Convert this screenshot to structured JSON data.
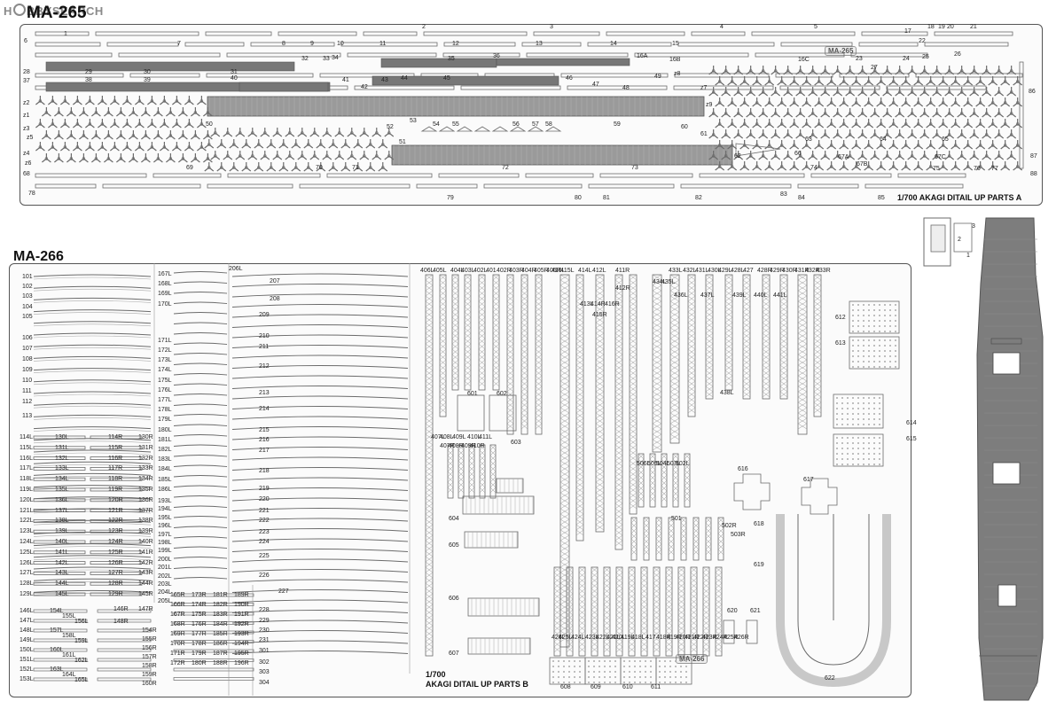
{
  "watermark": {
    "text": "HOBBYSEARCH",
    "prefix": "H",
    "suffix": "BBYSEARCH"
  },
  "sheet_a": {
    "code": "MA-265",
    "badge": "MA-265",
    "caption": "1/700 AKAGI DITAIL UP PARTS A",
    "labels": [
      "1",
      "2",
      "3",
      "4",
      "5",
      "6",
      "7",
      "8",
      "9",
      "10",
      "11",
      "12",
      "13",
      "14",
      "15",
      "16A",
      "16B",
      "16C",
      "17",
      "18",
      "19",
      "20",
      "21",
      "22",
      "23",
      "24",
      "25",
      "26",
      "27",
      "28",
      "29",
      "30",
      "31",
      "32",
      "33",
      "34",
      "35",
      "36",
      "37",
      "38",
      "39",
      "40",
      "41",
      "42",
      "43",
      "44",
      "45",
      "46",
      "47",
      "48",
      "49",
      "50",
      "51",
      "52",
      "53",
      "54",
      "55",
      "56",
      "57",
      "58",
      "59",
      "60",
      "61",
      "62",
      "63",
      "64",
      "65",
      "66",
      "67A",
      "67B",
      "67C",
      "68",
      "69",
      "70",
      "71",
      "72",
      "73",
      "74",
      "75",
      "76",
      "77",
      "78",
      "79",
      "80",
      "81",
      "82",
      "83",
      "84",
      "85",
      "86",
      "87",
      "88",
      "z1",
      "z2",
      "z3",
      "z4",
      "z5",
      "z6",
      "z7",
      "z8",
      "z9"
    ]
  },
  "sheet_b": {
    "code": "MA-266",
    "badge": "MA-266",
    "caption_scale": "1/700",
    "caption": "AKAGI DITAIL UP PARTS B",
    "left_labels": [
      "101",
      "102",
      "103",
      "104",
      "105",
      "106",
      "107",
      "108",
      "109",
      "110",
      "111",
      "112",
      "113",
      "114L",
      "115L",
      "116L",
      "117L",
      "118L",
      "119L",
      "120L",
      "121L",
      "122L",
      "123L",
      "124L",
      "125L",
      "126L",
      "127L",
      "128L",
      "129L",
      "130L",
      "131L",
      "132L",
      "133L",
      "134L",
      "135L",
      "136L",
      "137L",
      "138L",
      "139L",
      "140L",
      "141L",
      "142L",
      "143L",
      "144L",
      "145L",
      "114R",
      "115R",
      "116R",
      "117R",
      "118R",
      "119R",
      "120R",
      "121R",
      "122R",
      "123R",
      "124R",
      "125R",
      "126R",
      "127R",
      "128R",
      "129R",
      "130R",
      "131R",
      "132R",
      "133R",
      "134R",
      "135R",
      "136R",
      "137R",
      "138R",
      "139R",
      "140R",
      "141R",
      "142R",
      "143R",
      "144R",
      "145R",
      "146L",
      "147L",
      "148L",
      "149L",
      "150L",
      "151L",
      "152L",
      "153L",
      "154L",
      "155L",
      "156L",
      "157L",
      "158L",
      "159L",
      "160L",
      "161L",
      "162L",
      "163L",
      "164L",
      "165L",
      "146R",
      "147R",
      "148R",
      "154R",
      "155R",
      "156R",
      "157R",
      "158R",
      "159R",
      "160R"
    ],
    "mid_labels": [
      "167L",
      "168L",
      "169L",
      "170L",
      "171L",
      "172L",
      "173L",
      "174L",
      "175L",
      "176L",
      "177L",
      "178L",
      "179L",
      "180L",
      "181L",
      "182L",
      "183L",
      "184L",
      "185L",
      "186L",
      "193L",
      "194L",
      "195L",
      "196L",
      "197L",
      "198L",
      "199L",
      "200L",
      "201L",
      "202L",
      "203L",
      "204L",
      "205L",
      "165R",
      "166R",
      "167R",
      "168R",
      "169R",
      "170R",
      "171R",
      "172R",
      "173R",
      "174R",
      "175R",
      "176R",
      "177R",
      "178R",
      "179R",
      "180R",
      "181R",
      "182R",
      "183R",
      "184R",
      "185R",
      "186R",
      "187R",
      "188R",
      "189R",
      "190R",
      "191R",
      "192R",
      "193R",
      "194R",
      "195R",
      "196R"
    ],
    "center_labels": [
      "206L",
      "207",
      "208",
      "209",
      "210",
      "211",
      "212",
      "213",
      "214",
      "215",
      "216",
      "217",
      "218",
      "219",
      "220",
      "221",
      "222",
      "223",
      "224",
      "225",
      "226",
      "227",
      "228",
      "229",
      "230",
      "231",
      "301",
      "302",
      "303",
      "304"
    ],
    "right_labels": [
      "401",
      "402L",
      "403L",
      "404L",
      "405L",
      "406L",
      "407L",
      "408L",
      "409L",
      "410L",
      "411L",
      "412L",
      "413L",
      "414L",
      "415L",
      "416L",
      "417",
      "418L",
      "419L",
      "420L",
      "421L",
      "422L",
      "423L",
      "424L",
      "425L",
      "426L",
      "427",
      "428L",
      "429L",
      "430L",
      "431L",
      "432L",
      "433L",
      "434L",
      "435L",
      "436L",
      "437L",
      "438L",
      "439L",
      "440L",
      "441L",
      "402R",
      "403R",
      "404R",
      "405R",
      "406R",
      "407R",
      "408R",
      "409R",
      "410R",
      "411R",
      "412R",
      "413R",
      "414R",
      "415R",
      "416R",
      "418R",
      "419R",
      "420R",
      "421R",
      "422R",
      "423R",
      "424R",
      "425R",
      "426R",
      "428R",
      "429R",
      "430R",
      "431R",
      "432R",
      "433R",
      "501",
      "502L",
      "503L",
      "504L",
      "505L",
      "506L",
      "502R",
      "503R",
      "601",
      "602",
      "603",
      "604",
      "605",
      "606",
      "607",
      "608",
      "609",
      "610",
      "611",
      "612",
      "613",
      "614",
      "615",
      "616",
      "617",
      "618",
      "619",
      "620",
      "621",
      "622"
    ]
  },
  "deck": {
    "labels": [
      "1",
      "2",
      "3"
    ]
  }
}
